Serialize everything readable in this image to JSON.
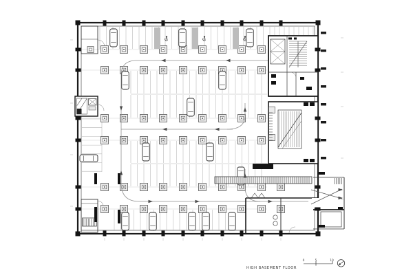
{
  "title_block": {
    "floor_label": "HIGH BASEMENT FLOOR"
  },
  "scale_bar": {
    "zero": "0",
    "five": "5",
    "ten": "10"
  },
  "icons": {
    "north": "north-arrow-icon",
    "accessible": "wheelchair-icon",
    "car": "car-plan-symbol",
    "column": "structural-column-symbol"
  },
  "colors": {
    "wall": "#1b1b1b",
    "medium_line": "#3a3a3a",
    "light_line": "#b5b5b5",
    "aisle_line": "#909090",
    "column_fill": "#ececec",
    "background": "#ffffff",
    "annotation_text": "#3c3c3c"
  }
}
